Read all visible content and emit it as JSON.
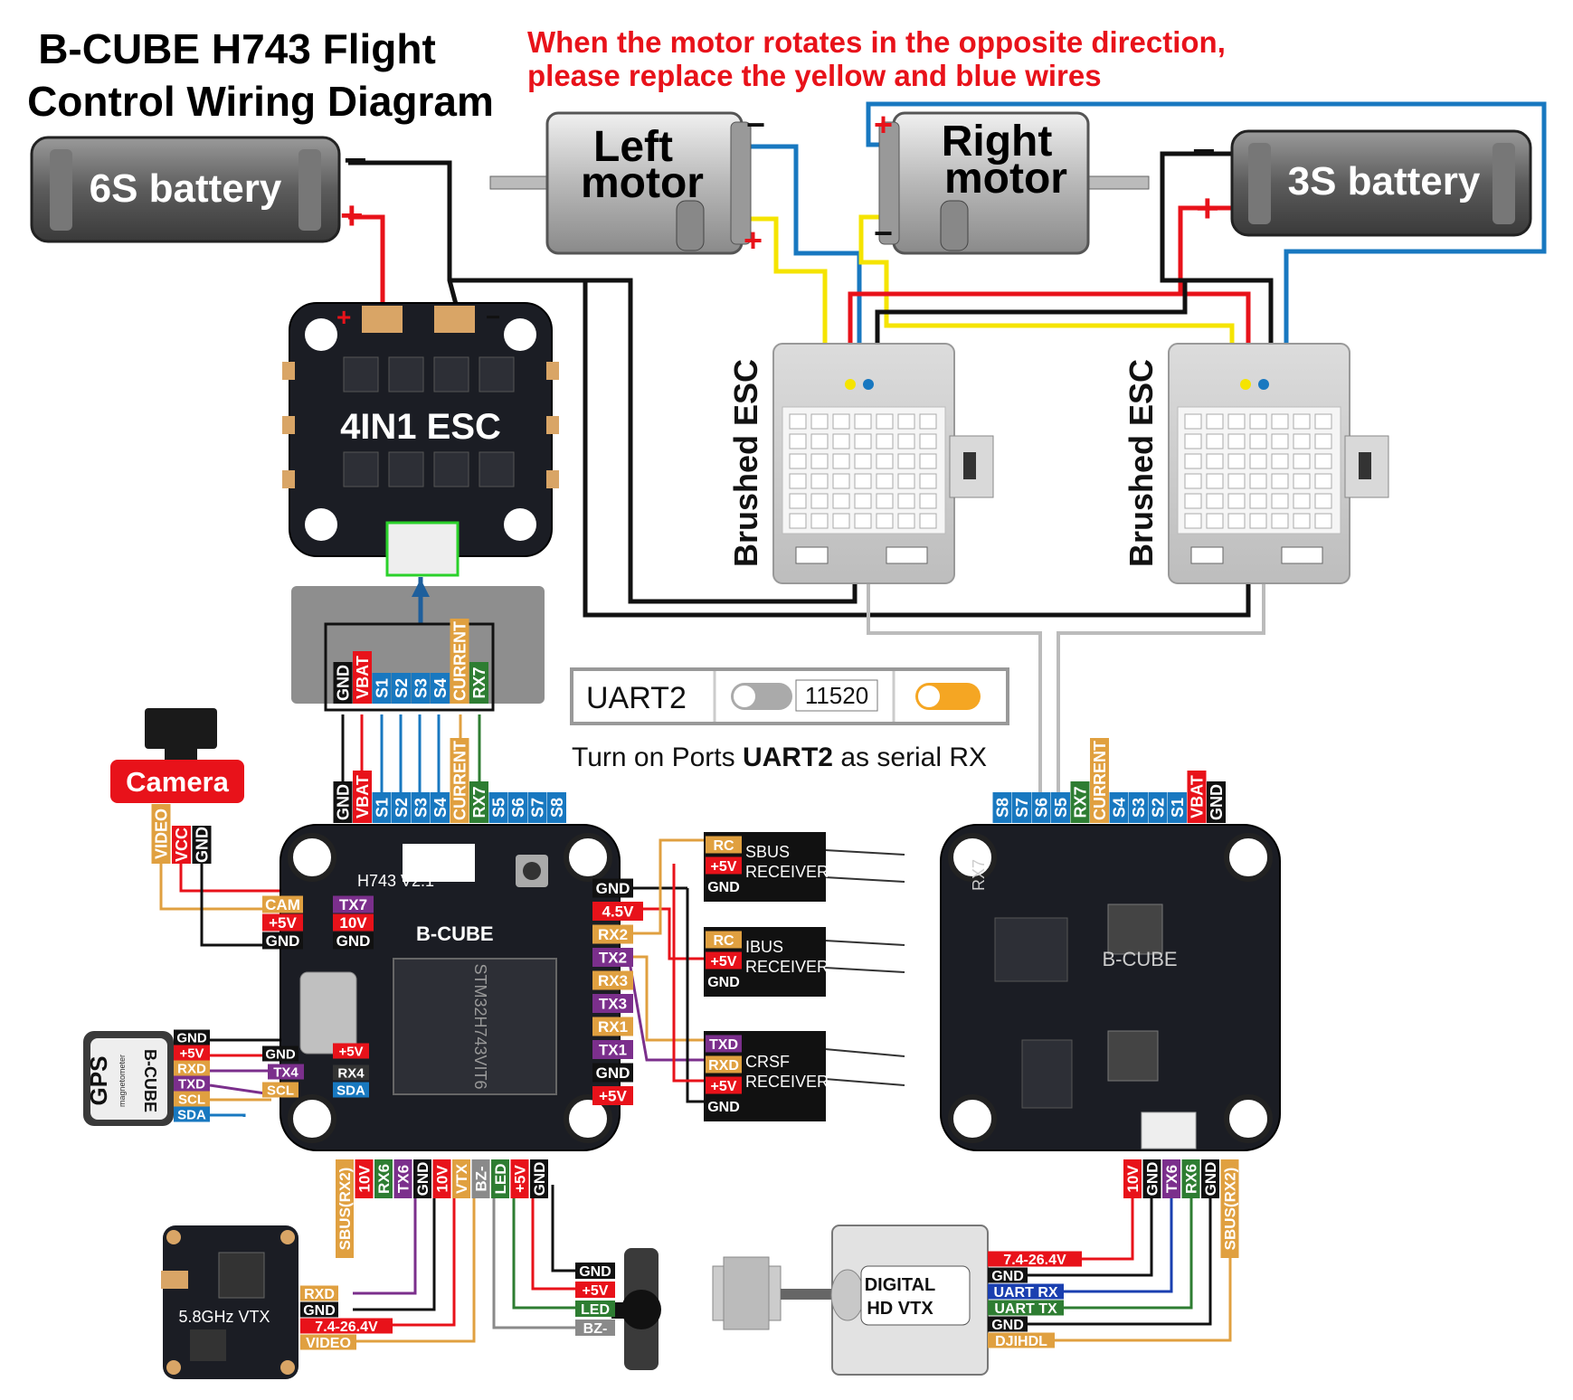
{
  "title": {
    "line1": "B-CUBE H743 Flight",
    "line2": "Control Wiring Diagram"
  },
  "note": {
    "line1": "When the motor rotates in the opposite direction,",
    "line2": "please replace the yellow and blue wires"
  },
  "battery_6s": "6S battery",
  "battery_3s": "3S battery",
  "motor_left": {
    "line1": "Left",
    "line2": "motor"
  },
  "motor_right": {
    "line1": "Right",
    "line2": "motor"
  },
  "esc_4in1": "4IN1  ESC",
  "brushed_esc": "Brushed ESC",
  "polarity": {
    "plus": "+",
    "minus": "−"
  },
  "connector_pins": [
    "GND",
    "VBAT",
    "S1",
    "S2",
    "S3",
    "S4",
    "CURRENT",
    "RX7"
  ],
  "fc_top_pins": [
    "GND",
    "VBAT",
    "S1",
    "S2",
    "S3",
    "S4",
    "CURRENT",
    "RX7",
    "S5",
    "S6",
    "S7",
    "S8"
  ],
  "uart_setting": {
    "port": "UART2",
    "value": "11520",
    "caption_pre": "Turn on Ports ",
    "caption_bold": "UART2",
    "caption_post": " as serial RX"
  },
  "camera": {
    "label": "Camera",
    "pins": [
      "VIDEO",
      "VCC",
      "GND"
    ]
  },
  "fc_left_pads": [
    "CAM",
    "TX7",
    "+5V",
    "10V",
    "GND",
    "GND"
  ],
  "fc_board": {
    "name": "H743 V2.1",
    "brand": "B-CUBE",
    "mcu": "STM32H743VIT6"
  },
  "gps": {
    "label": "GPS",
    "brand": "B-CUBE",
    "sub": "magnetometer",
    "pins": [
      "GND",
      "+5V",
      "RXD",
      "TXD",
      "SCL",
      "SDA"
    ]
  },
  "fc_gps_pads": [
    "GND",
    "+5V",
    "TX4",
    "RX4",
    "SCL",
    "SDA"
  ],
  "fc_right_pads": [
    "GND",
    "4.5V",
    "RX2",
    "TX2",
    "RX3",
    "TX3",
    "RX1",
    "TX1",
    "GND",
    "+5V"
  ],
  "receivers": [
    {
      "name": "SBUS\nRECEIVER",
      "pins": [
        "RC",
        "+5V",
        "GND"
      ]
    },
    {
      "name": "IBUS\nRECEIVER",
      "pins": [
        "RC",
        "+5V",
        "GND"
      ]
    },
    {
      "name": "CRSF\nRECEIVER",
      "pins": [
        "TXD",
        "RXD",
        "+5V",
        "GND"
      ]
    }
  ],
  "fc_bottom_pins": [
    "SBUS(RX2)",
    "10V",
    "RX6",
    "TX6",
    "GND",
    "10V",
    "VTX",
    "BZ-",
    "LED",
    "+5V",
    "GND"
  ],
  "vtx_analog": {
    "label": "5.8GHz VTX",
    "pins": [
      "RXD",
      "GND",
      "7.4-26.4V",
      "VIDEO"
    ]
  },
  "buzzer_pins": [
    "GND",
    "+5V",
    "LED",
    "BZ-"
  ],
  "fc_right_top_pins": [
    "S8",
    "S7",
    "S6",
    "S5",
    "RX7",
    "CURRENT",
    "S4",
    "S3",
    "S2",
    "S1",
    "VBAT",
    "GND"
  ],
  "fc_right_board": {
    "brand": "B-CUBE",
    "silk": "RX7"
  },
  "fc_right_bottom_pins": [
    "10V",
    "GND",
    "TX6",
    "RX6",
    "GND",
    "SBUS(RX2)"
  ],
  "digital_vtx": {
    "label": "DIGITAL\nHD  VTX",
    "pins": [
      "7.4-26.4V",
      "GND",
      "UART RX",
      "UART TX",
      "GND",
      "DJIHDL"
    ]
  },
  "colors": {
    "red": "#e8121a",
    "black": "#111111",
    "blue": "#1878c0",
    "yellow": "#f5e400",
    "orange": "#e0a040",
    "green": "#2e7d32",
    "purple": "#7b2f8c",
    "gray": "#8a8a8a",
    "board": "#1b1d24"
  }
}
